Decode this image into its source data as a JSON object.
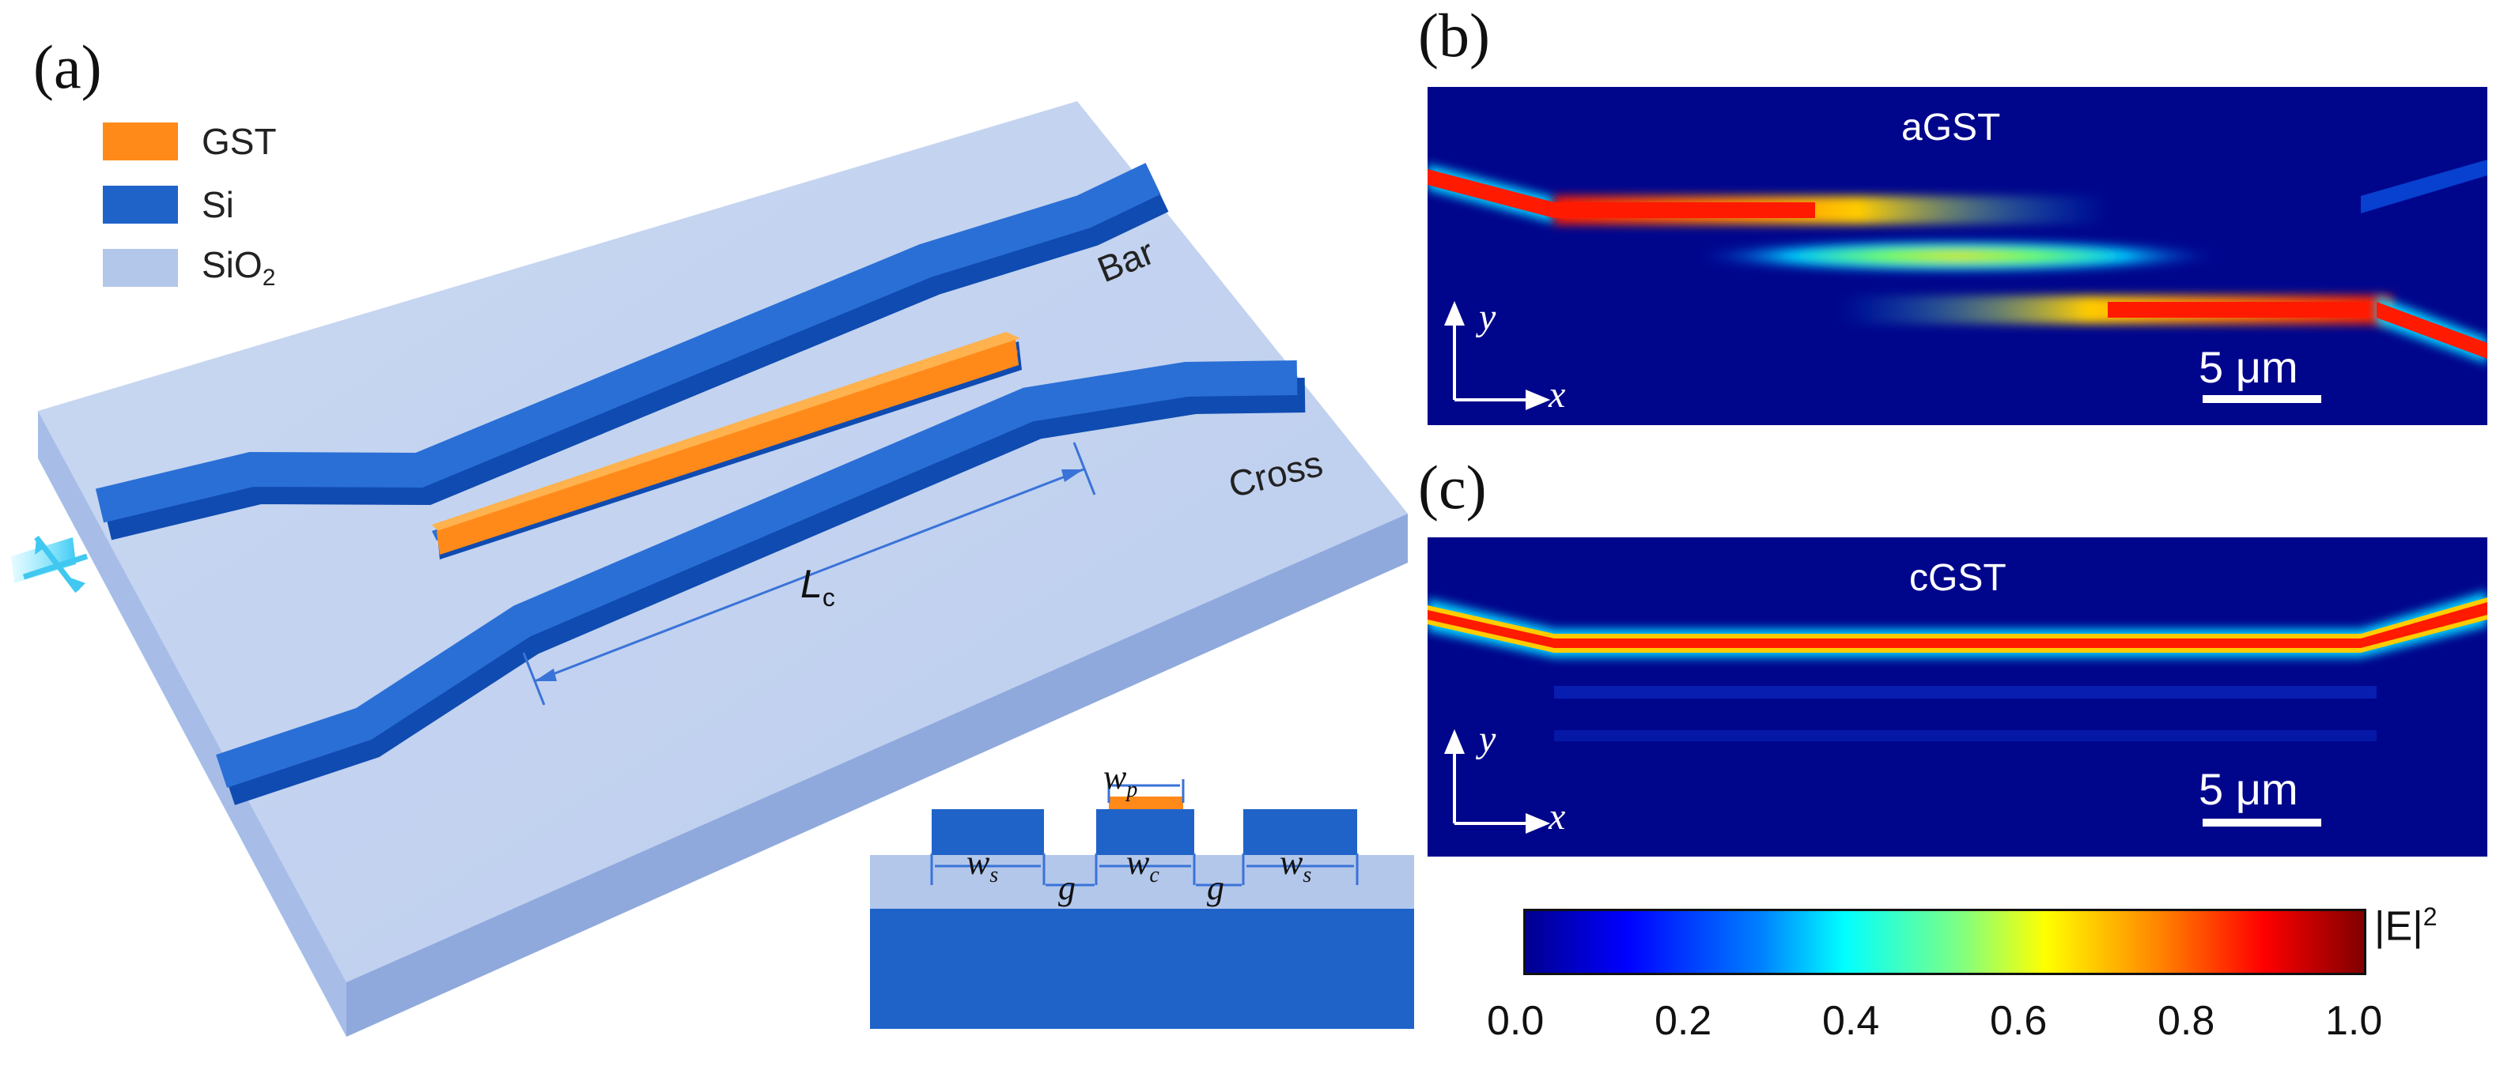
{
  "panels": {
    "a": "(a)",
    "b": "(b)",
    "c": "(c)"
  },
  "legend": [
    {
      "label": "GST",
      "color": "#ff8a1a"
    },
    {
      "label": "Si",
      "color": "#1f63c9"
    },
    {
      "label": "SiO",
      "sub": "2",
      "color": "#b3c7eb"
    }
  ],
  "device": {
    "bar_label": "Bar",
    "cross_label": "Cross",
    "lc_main": "L",
    "lc_sub": "c",
    "input_icon": "polarization-arrow-icon"
  },
  "cross_section": {
    "wp_main": "w",
    "wp_sub": "p",
    "ws_main": "w",
    "ws_sub": "s",
    "wc_main": "w",
    "wc_sub": "c",
    "g": "g"
  },
  "field_b": {
    "label": "aGST",
    "scale": "5 μm",
    "axis_x": "x",
    "axis_y": "y"
  },
  "field_c": {
    "label": "cGST",
    "scale": "5 μm",
    "axis_x": "x",
    "axis_y": "y"
  },
  "colorbar": {
    "quantity_main": "|E|",
    "quantity_sup": "2",
    "ticks": [
      "0.0",
      "0.2",
      "0.4",
      "0.6",
      "0.8",
      "1.0"
    ],
    "range": [
      0.0,
      1.0
    ],
    "colormap": "jet"
  },
  "colors": {
    "gst": "#ff8a1a",
    "si": "#1f63c9",
    "sio2": "#b3c7eb",
    "field_bg": "#00068c"
  }
}
